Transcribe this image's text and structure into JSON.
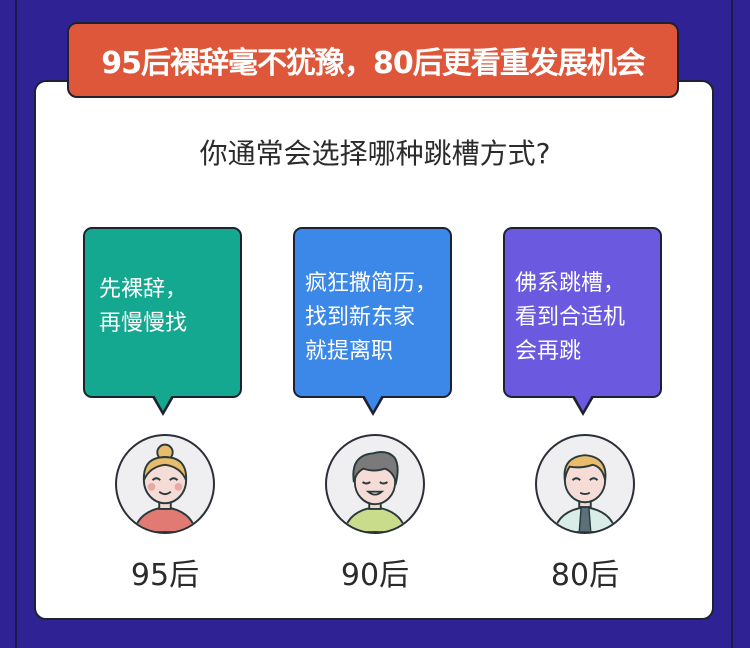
{
  "banner": {
    "title": "95后裸辞毫不犹豫，80后更看重发展机会"
  },
  "question": "你通常会选择哪种跳槽方式?",
  "colors": {
    "background": "#2f2294",
    "banner": "#de573a",
    "card": "#ffffff",
    "outline": "#1e2230"
  },
  "groups": [
    {
      "label": "95后",
      "bubble_color": "#14a890",
      "lines": [
        "先裸辞，",
        "再慢慢找"
      ],
      "avatar": "girl-avatar-icon"
    },
    {
      "label": "90后",
      "bubble_color": "#3b88e8",
      "lines": [
        "疯狂撒简历，",
        "找到新东家",
        "就提离职"
      ],
      "avatar": "boy-avatar-icon"
    },
    {
      "label": "80后",
      "bubble_color": "#6b5ae0",
      "lines": [
        "佛系跳槽，",
        "看到合适机",
        "会再跳"
      ],
      "avatar": "man-with-tie-avatar-icon"
    }
  ]
}
